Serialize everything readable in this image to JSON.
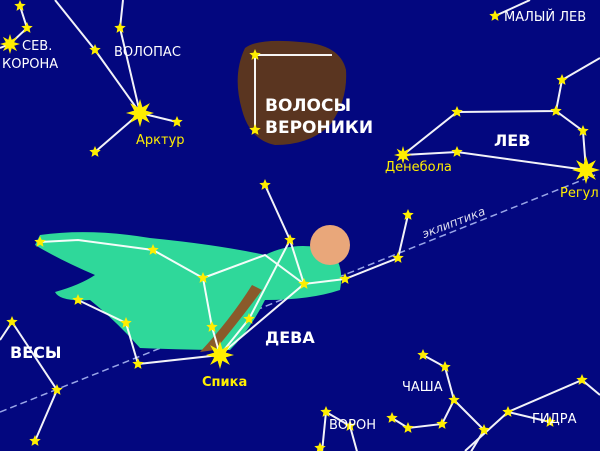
{
  "colors": {
    "sky": "#03077f",
    "star": "#ffee00",
    "line": "#ffffff",
    "dress": "#2fd89a",
    "hair": "#5a3520"
  },
  "constellations": {
    "corona": "СЕВ.\nКОРОНА",
    "corona_line1": "СЕВ.",
    "corona_line2": "КОРОНА",
    "bootes": "ВОЛОПАС",
    "coma_line1": "ВОЛОСЫ",
    "coma_line2": "ВЕРОНИКИ",
    "leo_minor": "МАЛЫЙ ЛЕВ",
    "leo": "ЛЕВ",
    "virgo": "ДЕВА",
    "libra": "ВЕСЫ",
    "corvus": "ВОРОН",
    "crater": "ЧАША",
    "hydra": "ГИДРА"
  },
  "stars": {
    "arcturus": "Арктур",
    "denebola": "Денебола",
    "regulus": "Регул",
    "spica": "Спика"
  },
  "ecliptic": "эклиптика"
}
